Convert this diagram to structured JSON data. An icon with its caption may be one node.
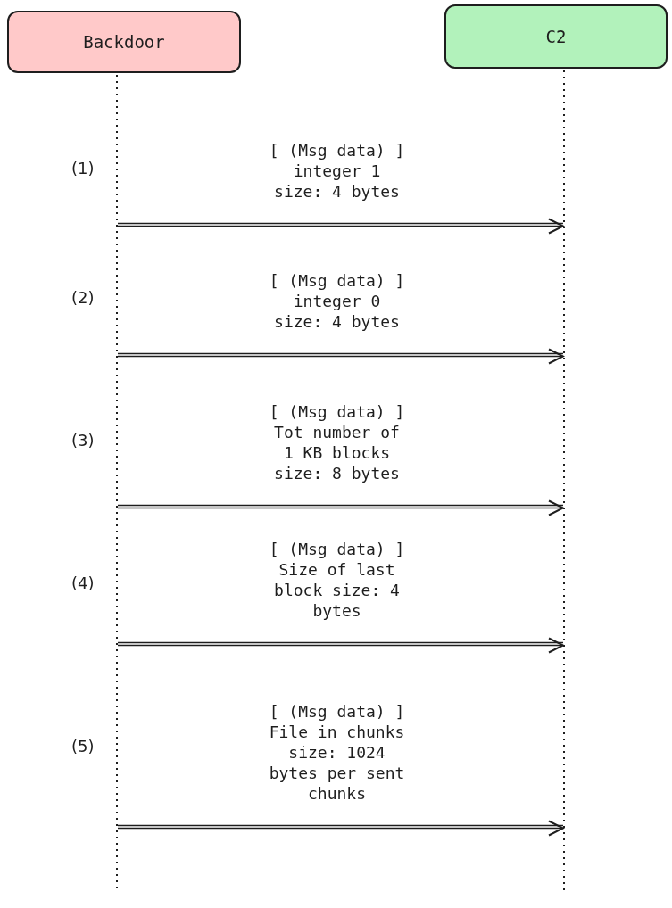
{
  "diagram": {
    "nodes": [
      {
        "text": [
          "Backdoor"
        ]
      },
      {
        "text": [
          "C2"
        ]
      }
    ],
    "edges": [
      {
        "from": 0,
        "to": 1,
        "arrow": "to",
        "label": "[ (Msg data) ] integer 1 size: 4 bytes"
      },
      {
        "from": 0,
        "to": 1,
        "arrow": "to",
        "label": "[ (Msg data) ] integer 0 size: 4 bytes"
      },
      {
        "from": 0,
        "to": 1,
        "arrow": "to",
        "label": "[ (Msg data) ] Tot number of 1 KB blocks size: 8 bytes"
      },
      {
        "from": 0,
        "to": 1,
        "arrow": "to",
        "label": "[ (Msg data) ] Size of last block size: 4 bytes"
      },
      {
        "from": 0,
        "to": 1,
        "arrow": "to",
        "label": "[ (Msg data) ] File in chunks size: 1024 bytes per sent chunks"
      }
    ],
    "labels": [
      "(1)",
      "(2)",
      "(3)",
      "(4)",
      "(5)"
    ]
  }
}
